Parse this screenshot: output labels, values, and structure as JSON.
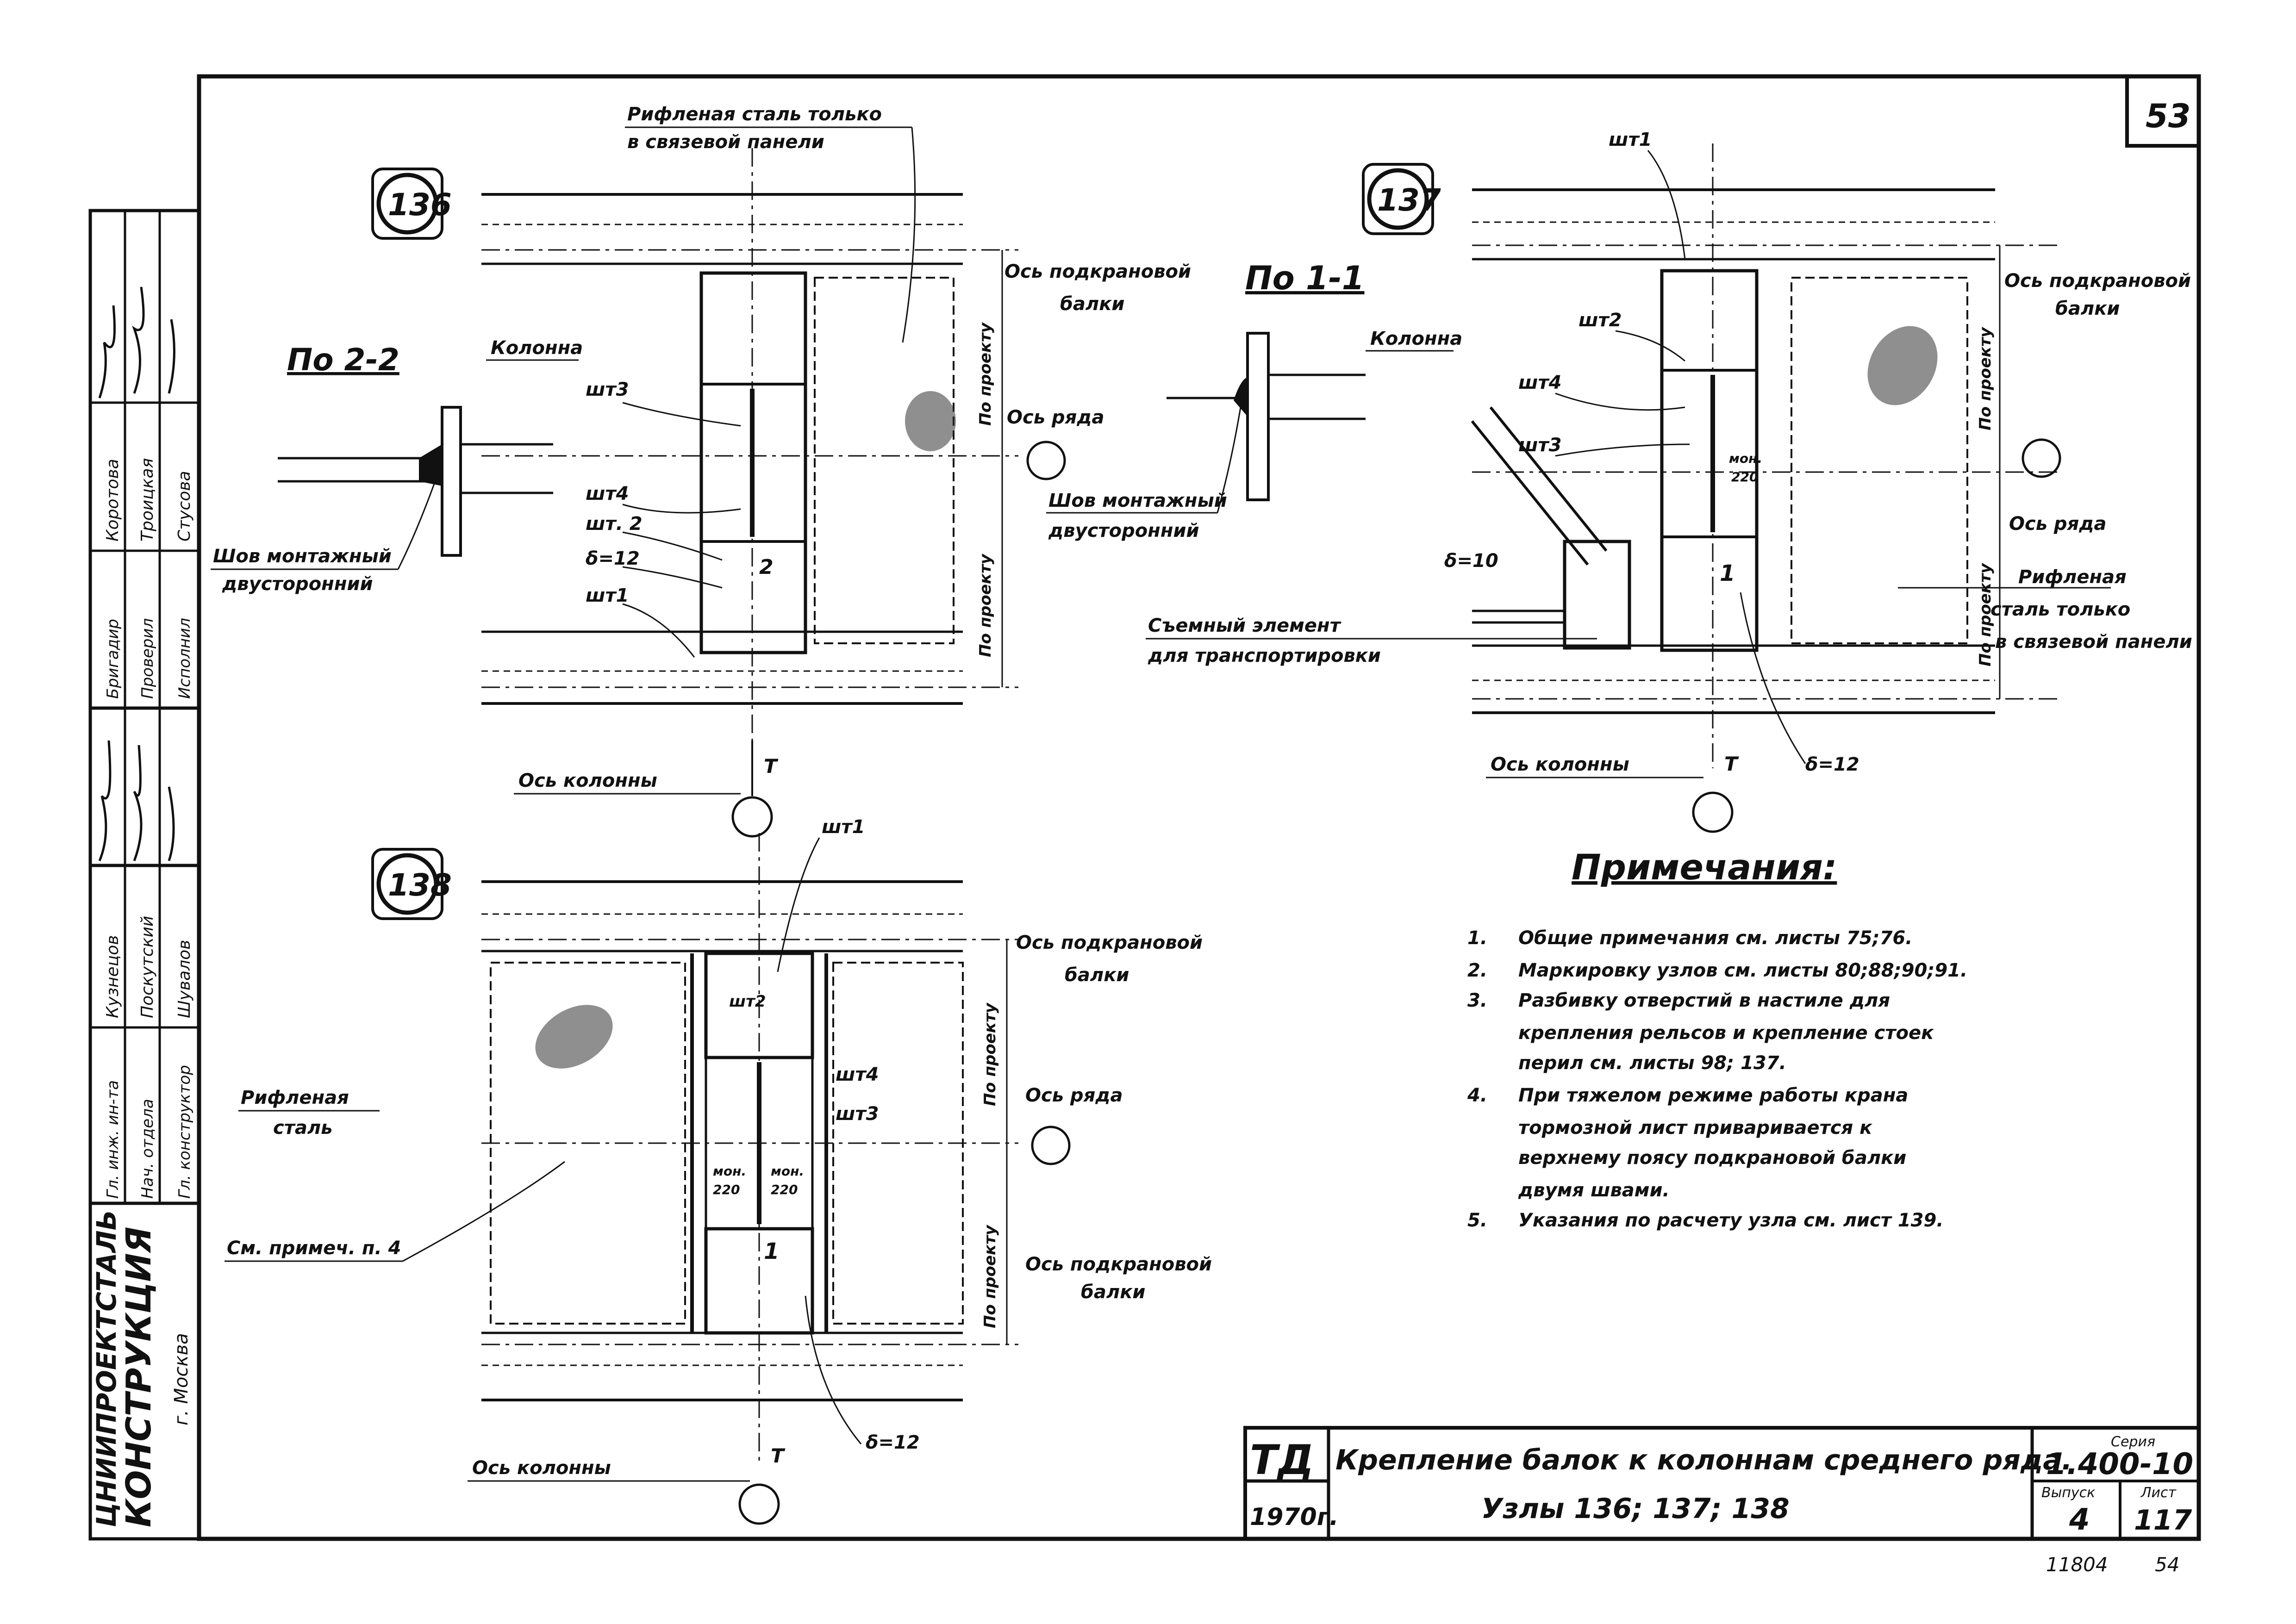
{
  "sheet": {
    "number": "53",
    "footer_left": "11804",
    "footer_right": "54"
  },
  "left_strip": {
    "org1": "ЦНИИПРОЕКТСТАЛЬ",
    "org2": "КОНСТРУКЦИЯ",
    "city": "г. Москва",
    "roles": [
      "Гл. инж. ин-та",
      "Нач. отдела",
      "Гл. конструктор",
      "Бригадир",
      "Проверил",
      "Исполнил"
    ],
    "names": [
      "Кузнецов",
      "Поскутский",
      "Шувалов",
      "Коротова",
      "Троицкая",
      "Стусова"
    ]
  },
  "title_block": {
    "mark": "ТД",
    "year": "1970г.",
    "title_line1": "Крепление балок к колоннам среднего ряда.",
    "title_line2": "Узлы 136; 137; 138",
    "series_label": "Серия",
    "series": "1.400-10",
    "issue_label": "Выпуск",
    "issue": "4",
    "sheet_label": "Лист",
    "sheet": "117"
  },
  "node136": {
    "id": "136",
    "riffled_top": "Рифленая сталь только",
    "riffled_top2": "в связевой панели",
    "crane_axis": "Ось подкрановой",
    "crane_axis2": "балки",
    "by_project": "По проекту",
    "row_axis": "Ось ряда",
    "col_axis": "Ось колонны",
    "T": "T",
    "sht3": "шт3",
    "sht4": "шт4",
    "sht2": "шт. 2",
    "delta": "δ=12",
    "sht1": "шт1",
    "num2": "2"
  },
  "section22": {
    "title": "По 2-2",
    "column": "Колонна",
    "weld1": "Шов монтажный",
    "weld2": "двусторонний"
  },
  "section11": {
    "title": "По 1-1",
    "column": "Колонна",
    "weld1": "Шов монтажный",
    "weld2": "двусторонний"
  },
  "node137": {
    "id": "137",
    "sht1": "шт1",
    "sht2": "шт2",
    "sht4": "шт4",
    "sht3": "шт3",
    "mon": "мон.",
    "mon_val": "220",
    "delta10": "δ=10",
    "removable1": "Съемный элемент",
    "removable2": "для транспортировки",
    "crane_axis": "Ось подкрановой",
    "crane_axis2": "балки",
    "by_project": "По проекту",
    "row_axis": "Ось ряда",
    "riffled1": "Рифленая",
    "riffled2": "сталь только",
    "riffled3": "в связевой панели",
    "col_axis": "Ось колонны",
    "T": "T",
    "delta12": "δ=12",
    "num1": "1"
  },
  "node138": {
    "id": "138",
    "sht1": "шт1",
    "sht2": "шт2",
    "sht4": "шт4",
    "sht3": "шт3",
    "mon_l": "мон.",
    "mon_r": "мон.",
    "mon_val": "220",
    "crane_axis": "Ось подкрановой",
    "crane_axis2": "балки",
    "by_project": "По проекту",
    "row_axis": "Ось ряда",
    "riffled1": "Рифленая",
    "riffled2": "сталь",
    "note_ref": "См. примеч. п. 4",
    "col_axis": "Ось колонны",
    "T": "T",
    "delta12": "δ=12",
    "num1": "1"
  },
  "notes": {
    "title": "Примечания:",
    "items": [
      {
        "n": "1.",
        "lines": [
          "Общие примечания см. листы 75;76."
        ]
      },
      {
        "n": "2.",
        "lines": [
          "Маркировку узлов см. листы 80;88;90;91."
        ]
      },
      {
        "n": "3.",
        "lines": [
          "Разбивку отверстий в настиле для",
          "крепления рельсов и крепление стоек",
          "перил см. листы 98; 137."
        ]
      },
      {
        "n": "4.",
        "lines": [
          "При тяжелом режиме работы крана",
          "тормозной лист приваривается к",
          "верхнему поясу подкрановой балки",
          "двумя швами."
        ]
      },
      {
        "n": "5.",
        "lines": [
          "Указания по расчету узла см. лист 139."
        ]
      }
    ]
  }
}
